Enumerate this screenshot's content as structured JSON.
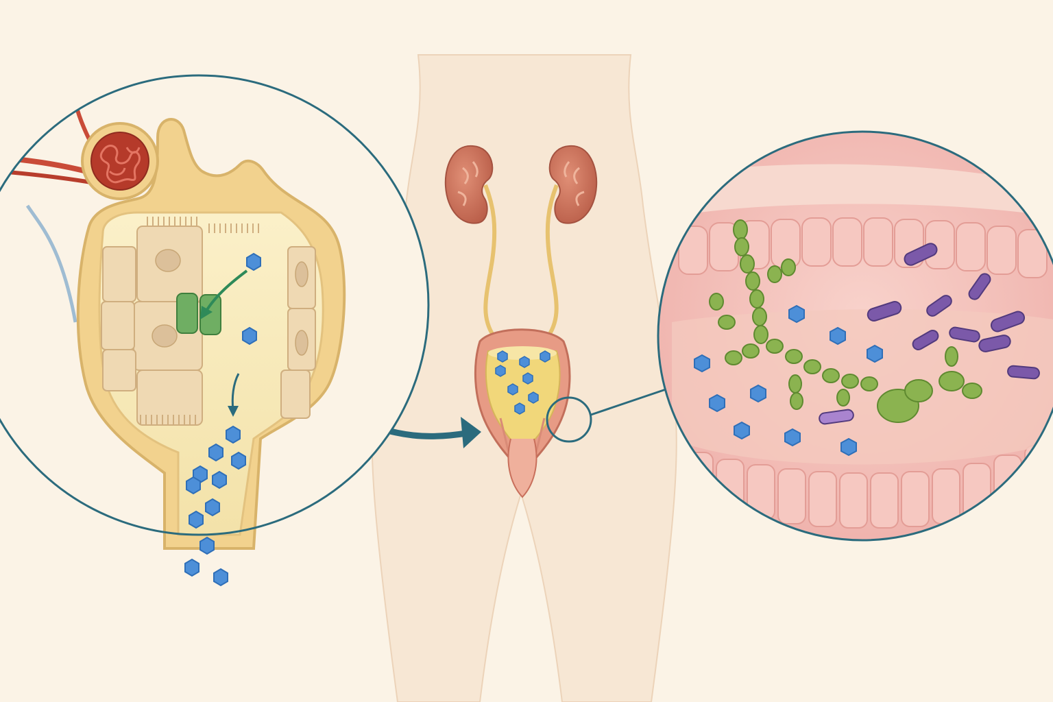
{
  "diagram": {
    "panels": [
      {
        "id": "kidney-tubule-zoom",
        "depicts": "nephron-tubule-with-glucose-transporter"
      },
      {
        "id": "lower-body-center",
        "depicts": "kidneys-ureters-bladder"
      },
      {
        "id": "bladder-wall-zoom",
        "depicts": "urothelium-with-fungi-and-bacteria"
      }
    ],
    "glucose_marker": {
      "shape": "hexagon",
      "color": "#4d8fd8",
      "stroke": "#2f6fb8"
    },
    "colors": {
      "background": "#fbf3e6",
      "circle_outline": "#2b6b7d",
      "arrow": "#2b6b7d",
      "body_fill": "#f7e7d4",
      "kidney": "#c8705a",
      "ureter": "#e7c26f",
      "urine": "#f1d77a",
      "tissue": "#f5c3bf",
      "transporter": "#6fae63",
      "yeast": "#8bb350",
      "bacteria": "#7b59a9"
    },
    "labels": []
  }
}
